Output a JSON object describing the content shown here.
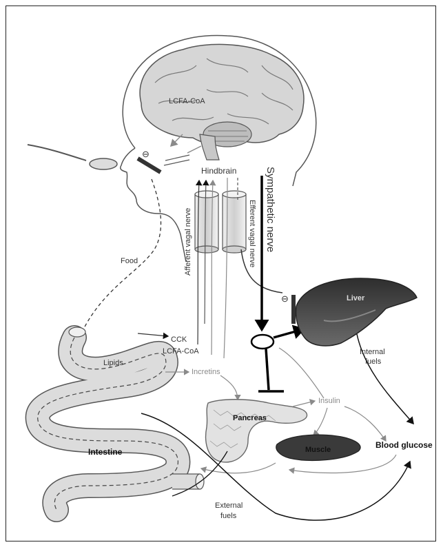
{
  "labels": {
    "lcfa_coa_brain": "LCFA-CoA",
    "hindbrain": "Hindbrain",
    "sympathetic_nerve": "Sympathetic nerve",
    "afferent_vagal_nerve": "Afferent vagal nerve",
    "efferent_vagal_nerve": "Efferent vagal nerve",
    "food": "Food",
    "liver": "Liver",
    "cck": "CCK",
    "lcfa_coa_gut": "LCFA-CoA",
    "lipids": "Lipids",
    "incretins": "Incretins",
    "internal_fuels_1": "Internal",
    "internal_fuels_2": "fuels",
    "insulin": "Insulin",
    "pancreas": "Pancreas",
    "intestine": "Intestine",
    "muscle": "Muscle",
    "blood_glucose": "Blood glucose",
    "external_fuels_1": "External",
    "external_fuels_2": "fuels",
    "inhibit_symbol_mouth": "⊖",
    "inhibit_symbol_liver": "⊖"
  },
  "colors": {
    "outline": "#555555",
    "dark": "#111111",
    "grey_arrow": "#9a9a9a",
    "organ_fill": "#d9d9d9",
    "liver_fill": "#4a4a4a",
    "muscle_fill": "#3a3a3a"
  }
}
